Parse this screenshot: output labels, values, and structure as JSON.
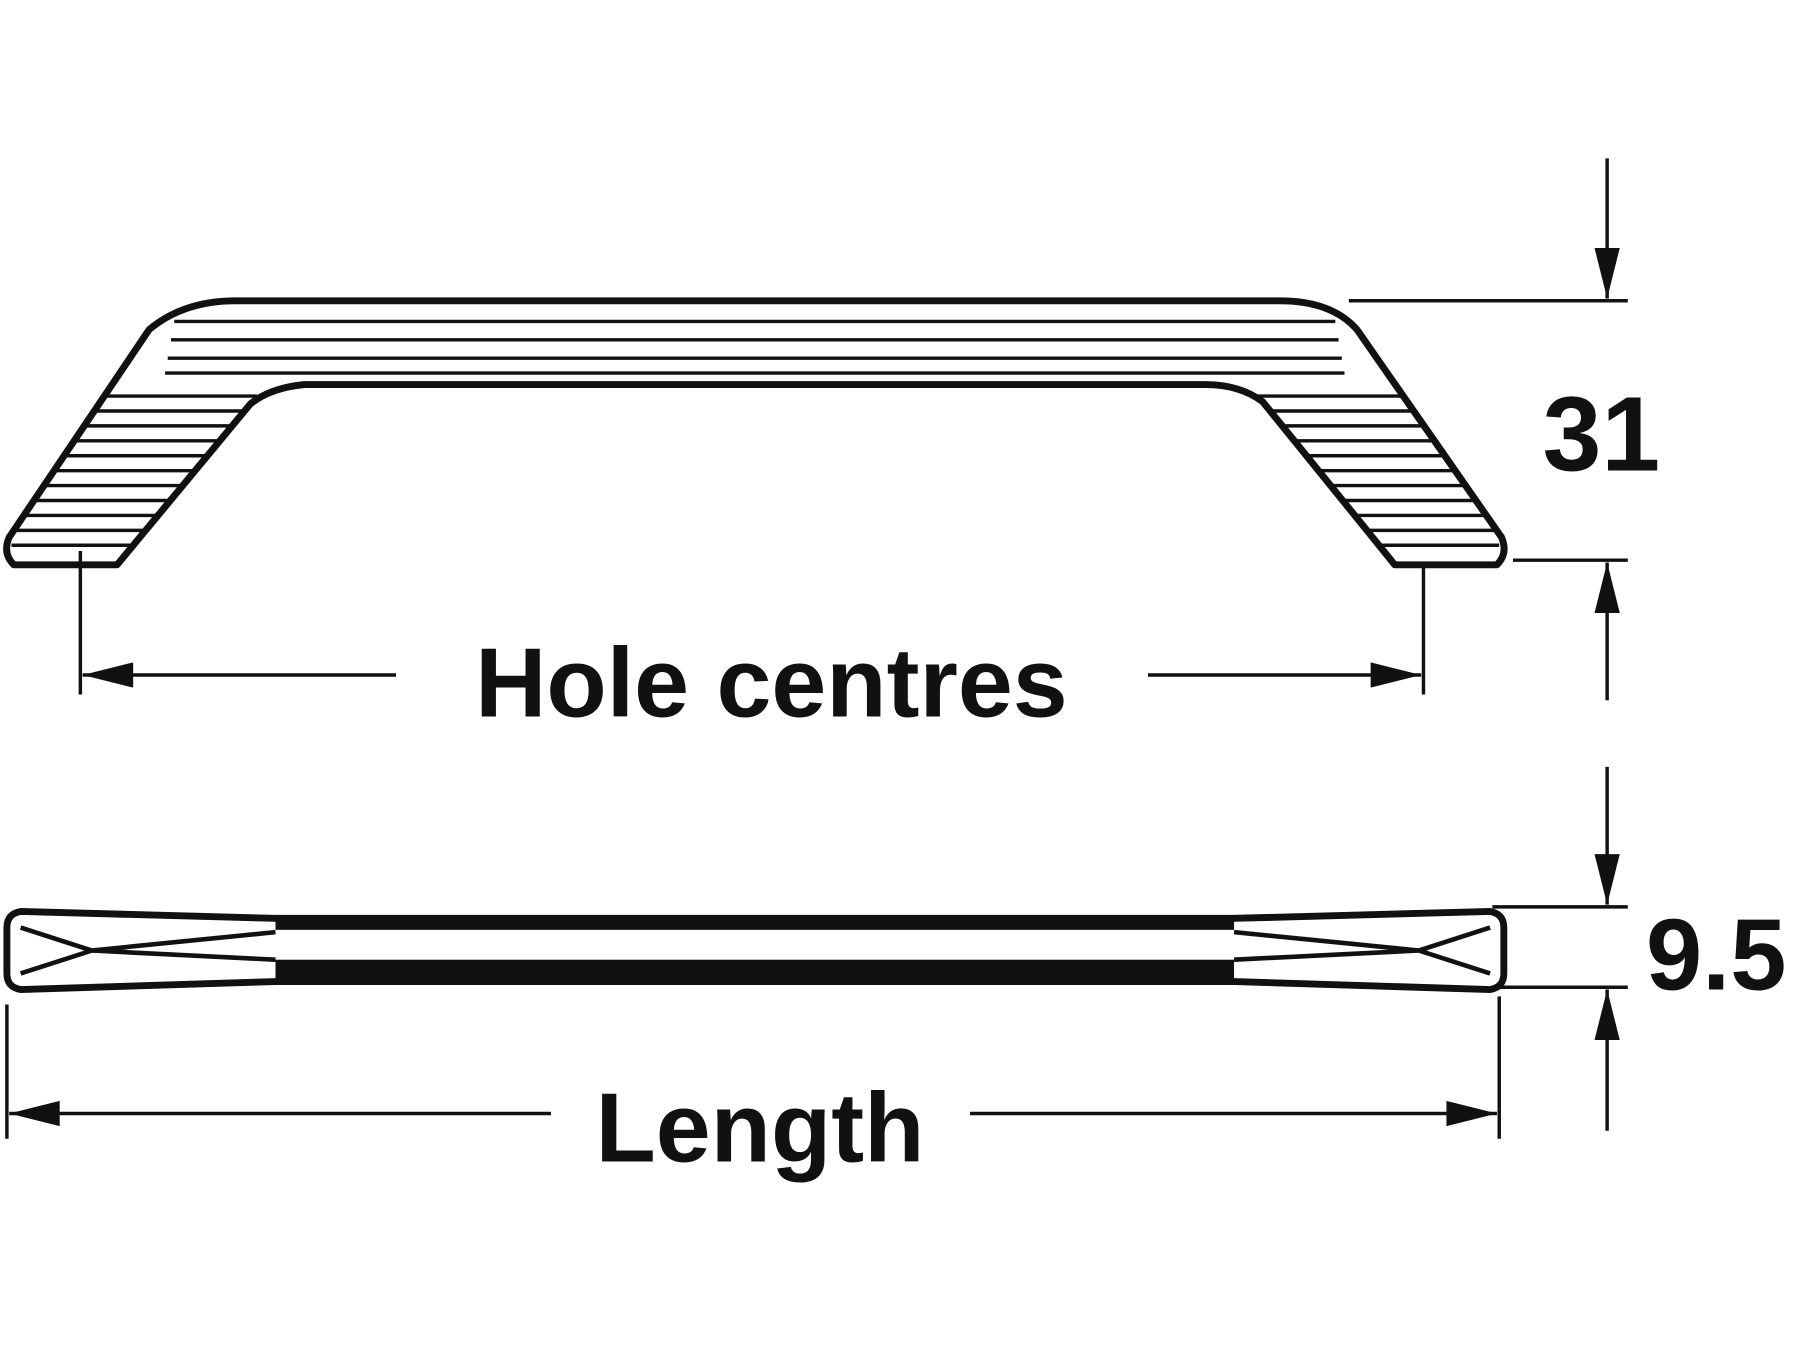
{
  "drawing": {
    "top_view": {
      "hole_centres_label": "Hole centres",
      "height_value": "31"
    },
    "side_view": {
      "length_label": "Length",
      "thickness_value": "9.5"
    },
    "colors": {
      "line": "#111111",
      "background": "#ffffff"
    }
  }
}
